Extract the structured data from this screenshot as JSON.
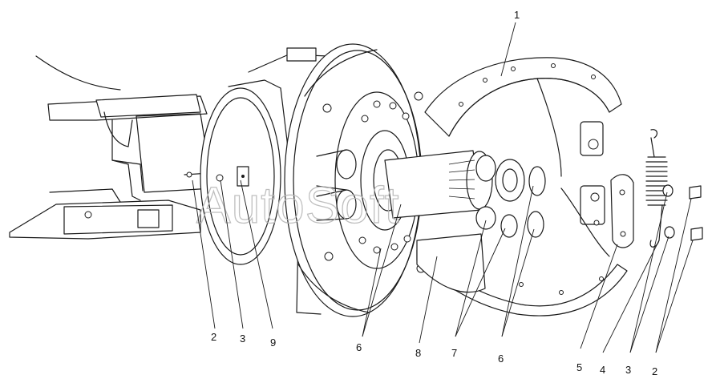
{
  "diagram": {
    "type": "exploded-assembly-drawing",
    "watermark": "AutoSoft",
    "callouts": [
      {
        "id": "c1",
        "text": "1"
      },
      {
        "id": "c2a",
        "text": "2"
      },
      {
        "id": "c3a",
        "text": "3"
      },
      {
        "id": "c9",
        "text": "9"
      },
      {
        "id": "c6a",
        "text": "6"
      },
      {
        "id": "c8",
        "text": "8"
      },
      {
        "id": "c7",
        "text": "7"
      },
      {
        "id": "c6b",
        "text": "6"
      },
      {
        "id": "c5",
        "text": "5"
      },
      {
        "id": "c4",
        "text": "4"
      },
      {
        "id": "c3b",
        "text": "3"
      },
      {
        "id": "c2b",
        "text": "2"
      }
    ]
  }
}
